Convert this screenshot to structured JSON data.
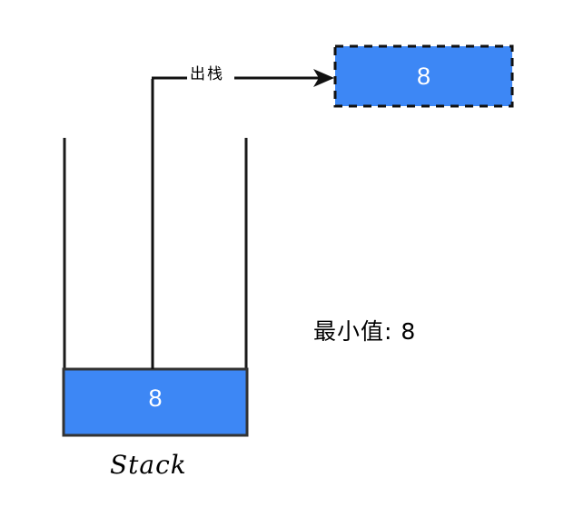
{
  "diagram": {
    "title": "stack-pop-operation",
    "colors": {
      "fill_blue": "#3d87f5",
      "stroke_black": "#1a1a1a",
      "value_text": "#ffffff",
      "background": "#ffffff"
    },
    "stack": {
      "caption": "Stack",
      "cells": [
        {
          "value": "8",
          "filled": true
        }
      ]
    },
    "popped_element": {
      "value": "8",
      "border_style": "dashed"
    },
    "arrow": {
      "label": "出栈",
      "direction": "right"
    },
    "annotation": {
      "min_value_text": "最小值: 8"
    }
  }
}
